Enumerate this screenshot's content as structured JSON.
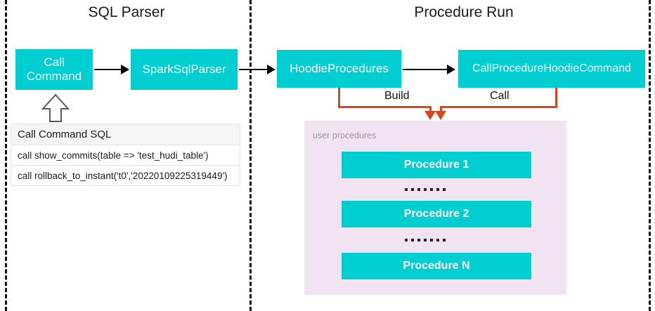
{
  "sections": [
    {
      "title": "SQL Parser"
    },
    {
      "title": "Procedure Run"
    }
  ],
  "parser_flow": {
    "call_command": {
      "line1": "Call",
      "line2": "Command"
    },
    "spark_sql_parser": "SparkSqlParser"
  },
  "sql_table": {
    "header": "Call Command SQL",
    "rows": [
      "call show_commits(table => 'test_hudi_table')",
      "call rollback_to_instant('t0','20220109225319449')"
    ]
  },
  "procedure_flow": {
    "hoodie_procedures": "HoodieProcedures",
    "call_procedure_hoodie_command": "CallProcedureHoodieCommand",
    "build_label": "Build",
    "call_label": "Call"
  },
  "user_procedures_panel": {
    "label": "user procedures",
    "items": [
      "Procedure 1",
      "Procedure 2",
      "Procedure N"
    ],
    "ellipsis_dot_count": 7
  },
  "colors": {
    "cyan": "#00CED1",
    "orange": "#D8471C",
    "panel_purple": "#F2E3F3",
    "divider": "#111111",
    "panel_label_gray": "#9a9a9a"
  },
  "icons": {
    "block_arrow_up": "block-arrow-up-icon",
    "flow_arrow": "arrow-right-icon",
    "down_arrow": "arrow-down-icon"
  }
}
